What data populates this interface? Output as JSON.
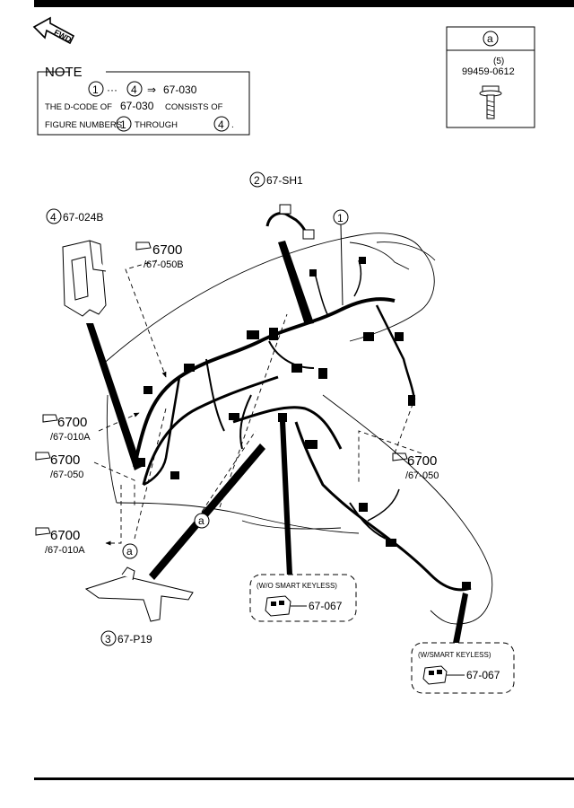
{
  "fwd": {
    "label": "FWD"
  },
  "note": {
    "title": "NOTE",
    "range_start": "1",
    "range_sep": "···",
    "range_end": "4",
    "range_arrow": "⇒",
    "range_code": "67-030",
    "line2_a": "THE D-CODE OF",
    "line2_code": "67-030",
    "line2_b": "CONSISTS OF",
    "line3_a": "FIGURE NUMBERS",
    "line3_n1": "1",
    "line3_mid": "THROUGH",
    "line3_n2": "4",
    "line3_end": "."
  },
  "bolt_box": {
    "letter": "a",
    "qty": "(5)",
    "part_number": "99459-0612"
  },
  "callouts": {
    "c1": {
      "num": "1"
    },
    "c2": {
      "num": "2",
      "code": "67-SH1"
    },
    "c3": {
      "num": "3",
      "code": "67-P19"
    },
    "c4": {
      "num": "4",
      "code": "67-024B"
    }
  },
  "refs": {
    "r1": {
      "main": "6700",
      "sub": "/67-050B"
    },
    "r2": {
      "main": "6700",
      "sub": "/67-010A"
    },
    "r3": {
      "main": "6700",
      "sub": "/67-050"
    },
    "r4": {
      "main": "6700",
      "sub": "/67-010A"
    },
    "r5": {
      "main": "6700",
      "sub": "/67-050"
    }
  },
  "bolt_markers": {
    "m1": "a",
    "m2": "a"
  },
  "wo_smart": {
    "title": "(W/O SMART KEYLESS)",
    "code": "67-067"
  },
  "w_smart": {
    "title": "(W/SMART KEYLESS)",
    "code": "67-067"
  },
  "colors": {
    "line": "#000000",
    "background": "#ffffff"
  }
}
